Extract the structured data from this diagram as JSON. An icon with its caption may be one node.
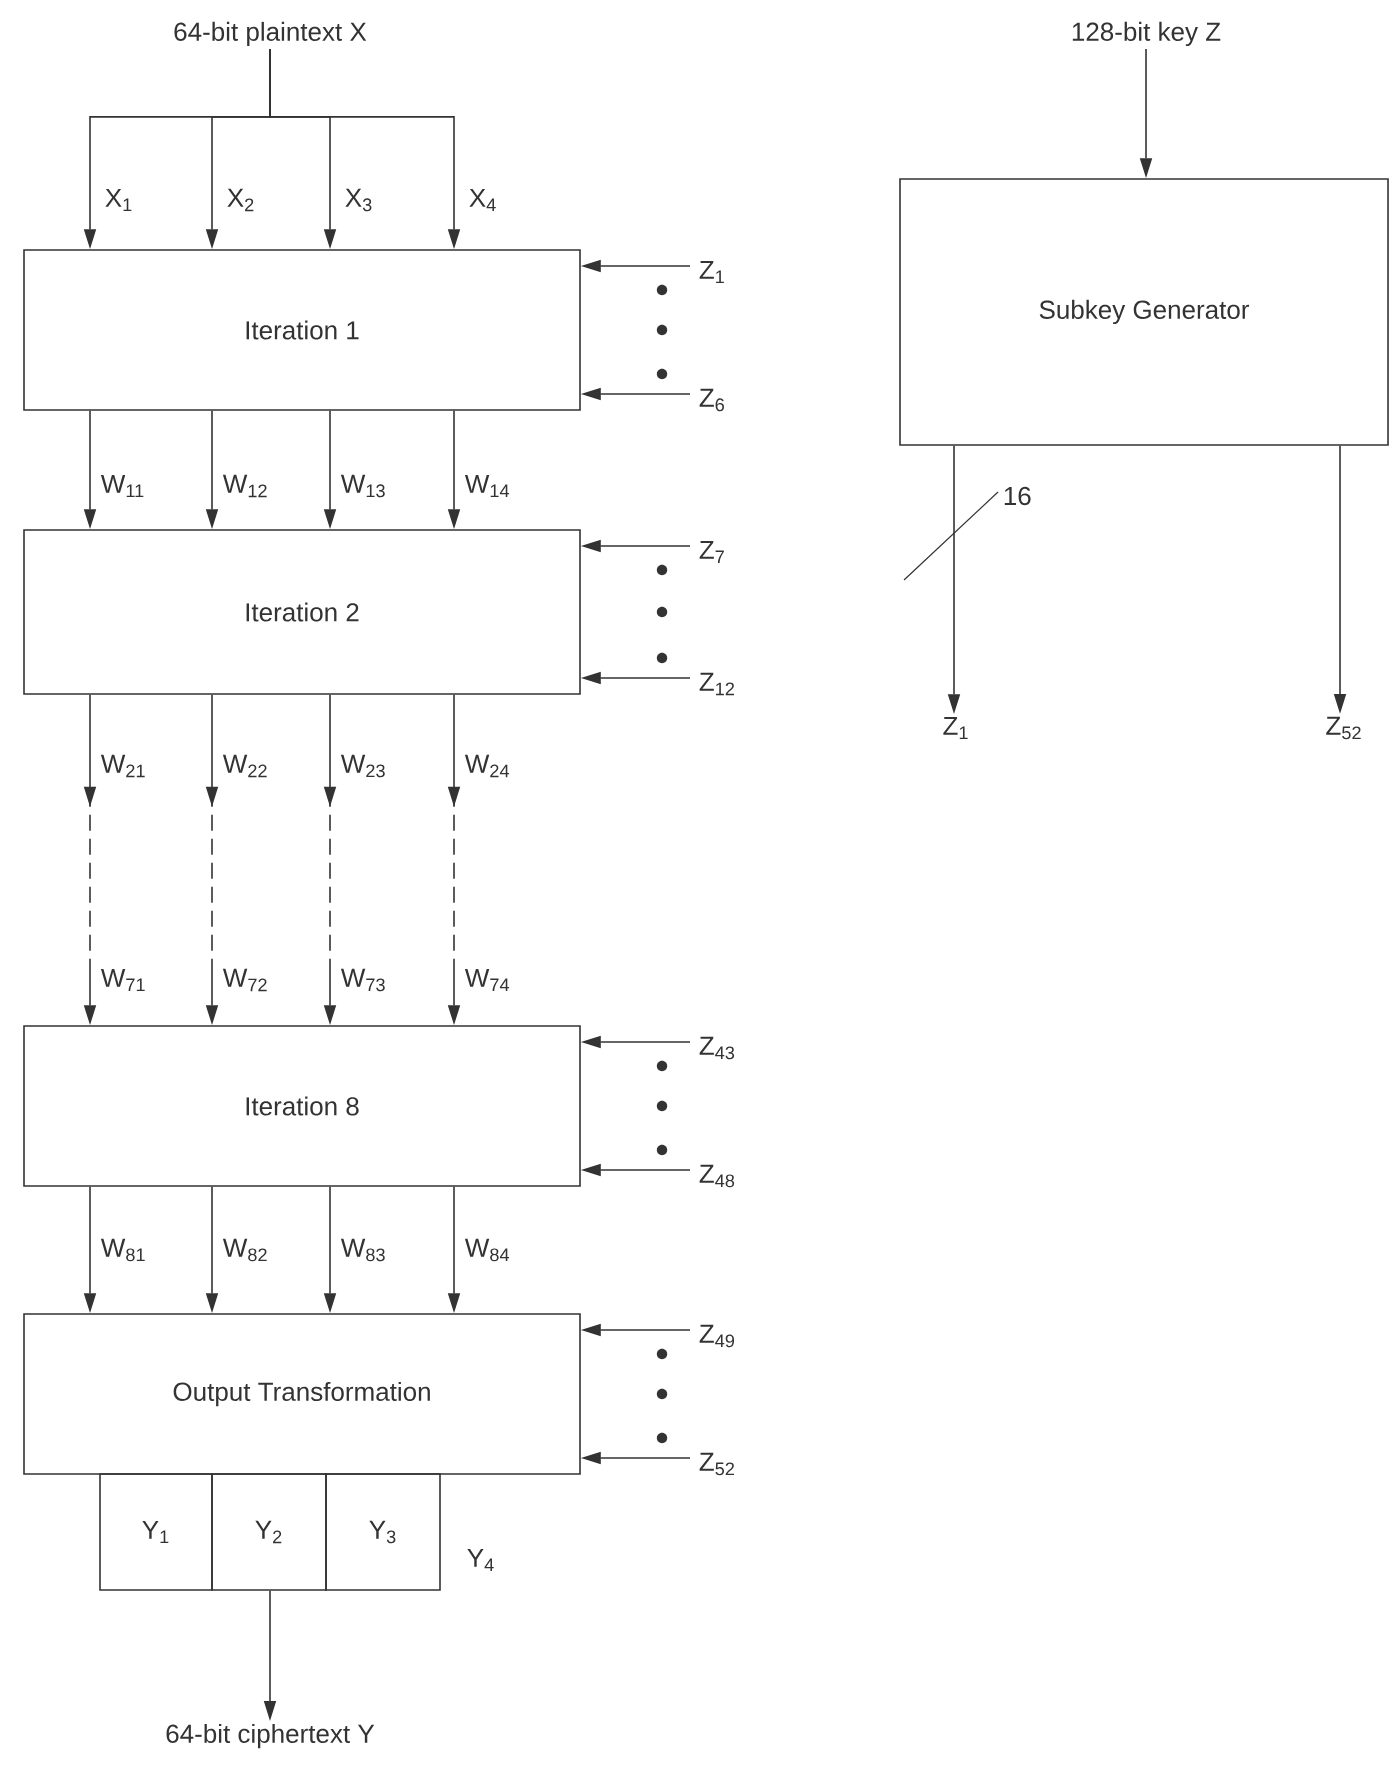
{
  "diagram": {
    "nodes": [
      {
        "text": [
          "64-bit plaintext X"
        ]
      },
      {
        "text": [
          "Iteration 1"
        ]
      },
      {
        "text": [
          "Iteration 2"
        ]
      },
      {
        "text": [
          "Iteration 8"
        ]
      },
      {
        "text": [
          "Output Transformation"
        ]
      },
      {
        "text": [
          "Y$_{1}$"
        ]
      },
      {
        "text": [
          "Y$_{2}$"
        ]
      },
      {
        "text": [
          "Y$_{3}$"
        ]
      },
      {
        "text": [
          "64-bit ciphertext Y"
        ]
      },
      {
        "text": [
          "128-bit key Z"
        ]
      },
      {
        "text": [
          "Subkey Generator"
        ]
      },
      {
        "text": [
          "Z$_{1}$"
        ]
      },
      {
        "text": [
          "Z$_{52}$"
        ]
      }
    ],
    "edges": [
      {
        "from": 0,
        "to": 1,
        "arrow": "to",
        "label": "X$_{1}$"
      },
      {
        "from": 0,
        "to": 1,
        "arrow": "to",
        "label": "X$_{2}$"
      },
      {
        "from": 0,
        "to": 1,
        "arrow": "to",
        "label": "X$_{3}$"
      },
      {
        "from": 0,
        "to": 1,
        "arrow": "to",
        "label": "X$_{4}$"
      },
      {
        "from": 1,
        "to": 2,
        "arrow": "to",
        "label": "W$_{11}$"
      },
      {
        "from": 1,
        "to": 2,
        "arrow": "to",
        "label": "W$_{12}$"
      },
      {
        "from": 1,
        "to": 2,
        "arrow": "to",
        "label": "W$_{13}$"
      },
      {
        "from": 1,
        "to": 2,
        "arrow": "to",
        "label": "W$_{14}$"
      },
      {
        "from": 2,
        "to": 3,
        "arrow": "to",
        "label": "W$_{21}$",
        "style": "dashed"
      },
      {
        "from": 2,
        "to": 3,
        "arrow": "to",
        "label": "W$_{22}$",
        "style": "dashed"
      },
      {
        "from": 2,
        "to": 3,
        "arrow": "to",
        "label": "W$_{23}$",
        "style": "dashed"
      },
      {
        "from": 2,
        "to": 3,
        "arrow": "to",
        "label": "W$_{24}$",
        "style": "dashed"
      },
      {
        "from": 3,
        "to": 4,
        "arrow": "to",
        "label": "W$_{81}$"
      },
      {
        "from": 3,
        "to": 4,
        "arrow": "to",
        "label": "W$_{82}$"
      },
      {
        "from": 3,
        "to": 4,
        "arrow": "to",
        "label": "W$_{83}$"
      },
      {
        "from": 3,
        "to": 4,
        "arrow": "to",
        "label": "W$_{84}$"
      },
      {
        "from": null,
        "to": 1,
        "arrow": "to",
        "label": "Z$_{1}$"
      },
      {
        "from": null,
        "to": 1,
        "arrow": "to",
        "label": "Z$_{6}$"
      },
      {
        "from": null,
        "to": 2,
        "arrow": "to",
        "label": "Z$_{7}$"
      },
      {
        "from": null,
        "to": 2,
        "arrow": "to",
        "label": "Z$_{12}$"
      },
      {
        "from": null,
        "to": 3,
        "arrow": "to",
        "label": "Z$_{43}$"
      },
      {
        "from": null,
        "to": 3,
        "arrow": "to",
        "label": "Z$_{48}$"
      },
      {
        "from": null,
        "to": 4,
        "arrow": "to",
        "label": "Z$_{49}$"
      },
      {
        "from": null,
        "to": 4,
        "arrow": "to",
        "label": "Z$_{52}$"
      },
      {
        "from": 6,
        "to": 8,
        "arrow": "to"
      },
      {
        "from": 9,
        "to": 10,
        "arrow": "to"
      },
      {
        "from": 10,
        "to": 11,
        "arrow": "to",
        "label": "16"
      },
      {
        "from": 10,
        "to": 12,
        "arrow": "to"
      }
    ],
    "labels": [
      "W$_{71}$",
      "W$_{72}$",
      "W$_{73}$",
      "W$_{74}$",
      "Y$_{4}$"
    ]
  }
}
